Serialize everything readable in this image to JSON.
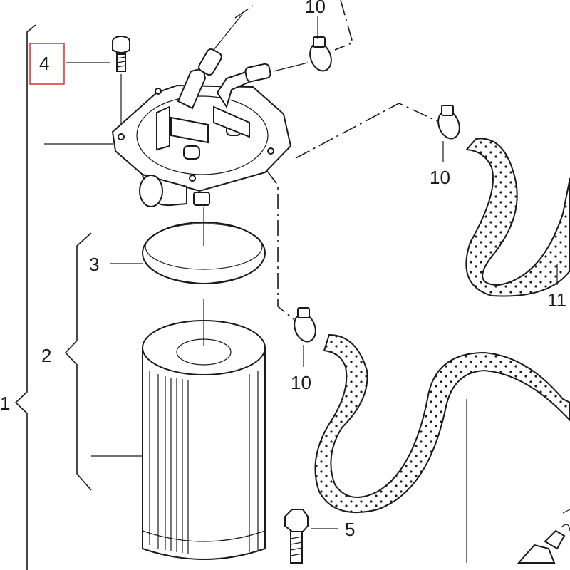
{
  "colors": {
    "line": "#1a1a1a",
    "background": "#ffffff",
    "highlight": "#d9302c"
  },
  "callouts": [
    {
      "id": "c10_top",
      "label": "10"
    },
    {
      "id": "c4",
      "label": "4",
      "highlighted": true
    },
    {
      "id": "c10_right",
      "label": "10"
    },
    {
      "id": "c3",
      "label": "3"
    },
    {
      "id": "c11",
      "label": "11"
    },
    {
      "id": "c2",
      "label": "2"
    },
    {
      "id": "c10_mid",
      "label": "10"
    },
    {
      "id": "c1",
      "label": "1"
    },
    {
      "id": "c5",
      "label": "5"
    }
  ]
}
